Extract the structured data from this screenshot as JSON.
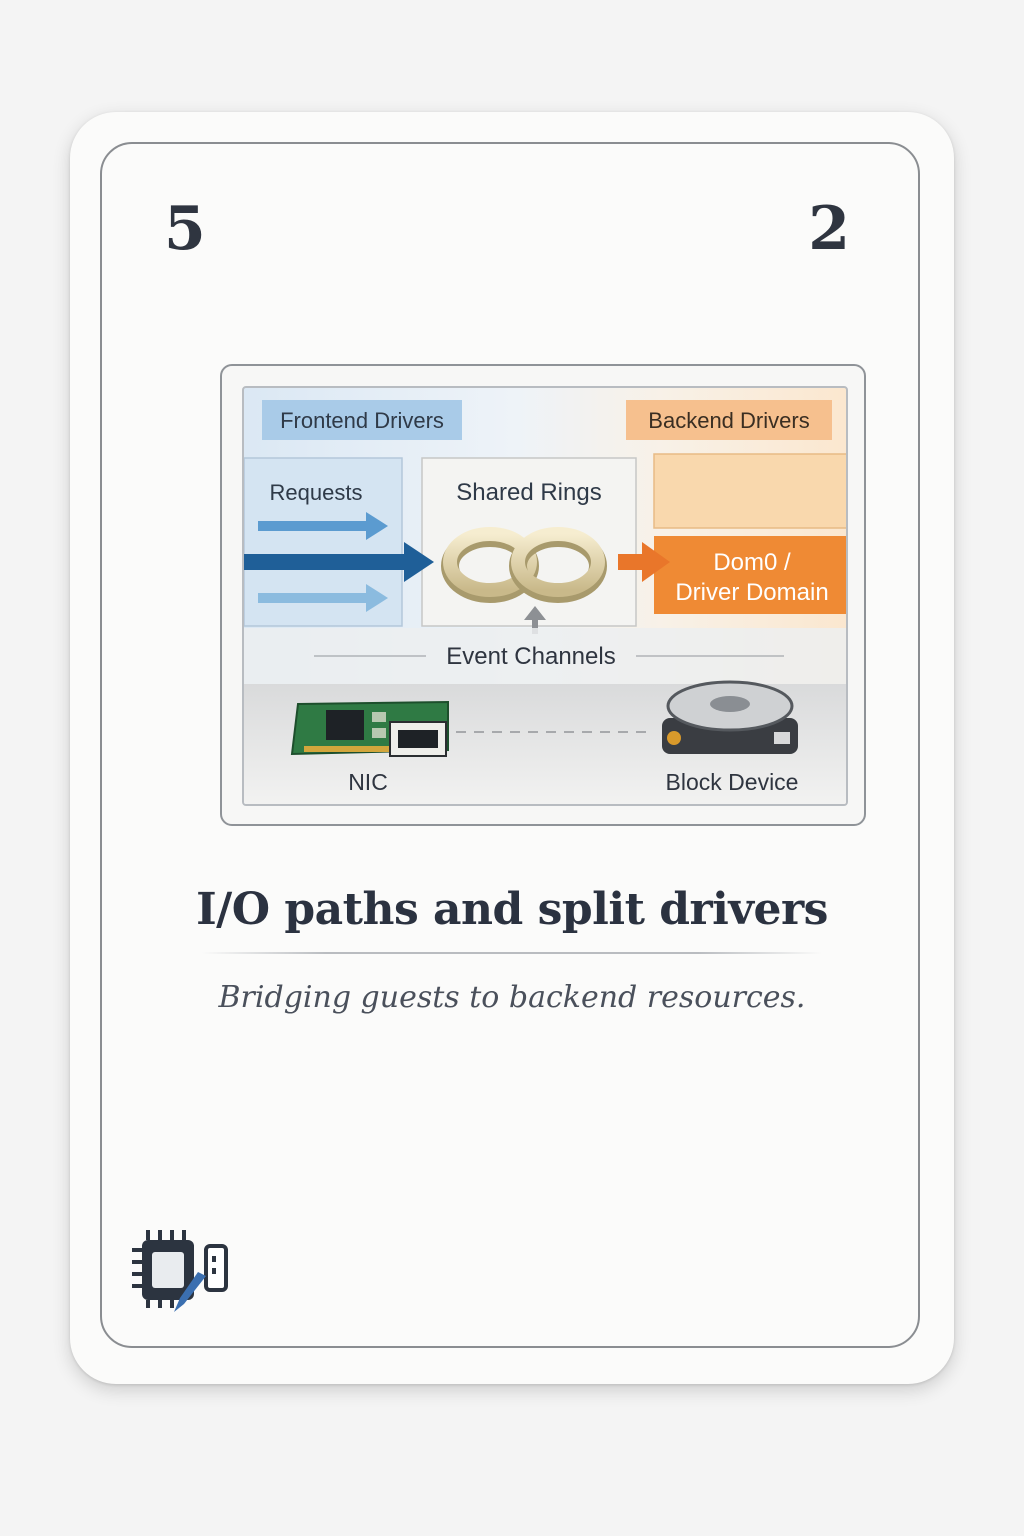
{
  "card": {
    "cost": "5",
    "value": "2",
    "title": "I/O paths and split drivers",
    "subtitle": "Bridging guests to backend resources.",
    "icon": "chip-with-plug-icon"
  },
  "illustration": {
    "frontend_label": "Frontend Drivers",
    "backend_label": "Backend Drivers",
    "requests_label": "Requests",
    "rings_label": "Shared Rings",
    "dom0_label_line1": "Dom0 /",
    "dom0_label_line2": "Driver Domain",
    "events_label": "Event Channels",
    "nic_label": "NIC",
    "block_label": "Block Device"
  },
  "colors": {
    "frontend": "#a9cbe8",
    "backend": "#f6c08e",
    "dom0": "#ef8a34",
    "arrow_blue": "#1f5f98",
    "ink": "#2f3540"
  }
}
